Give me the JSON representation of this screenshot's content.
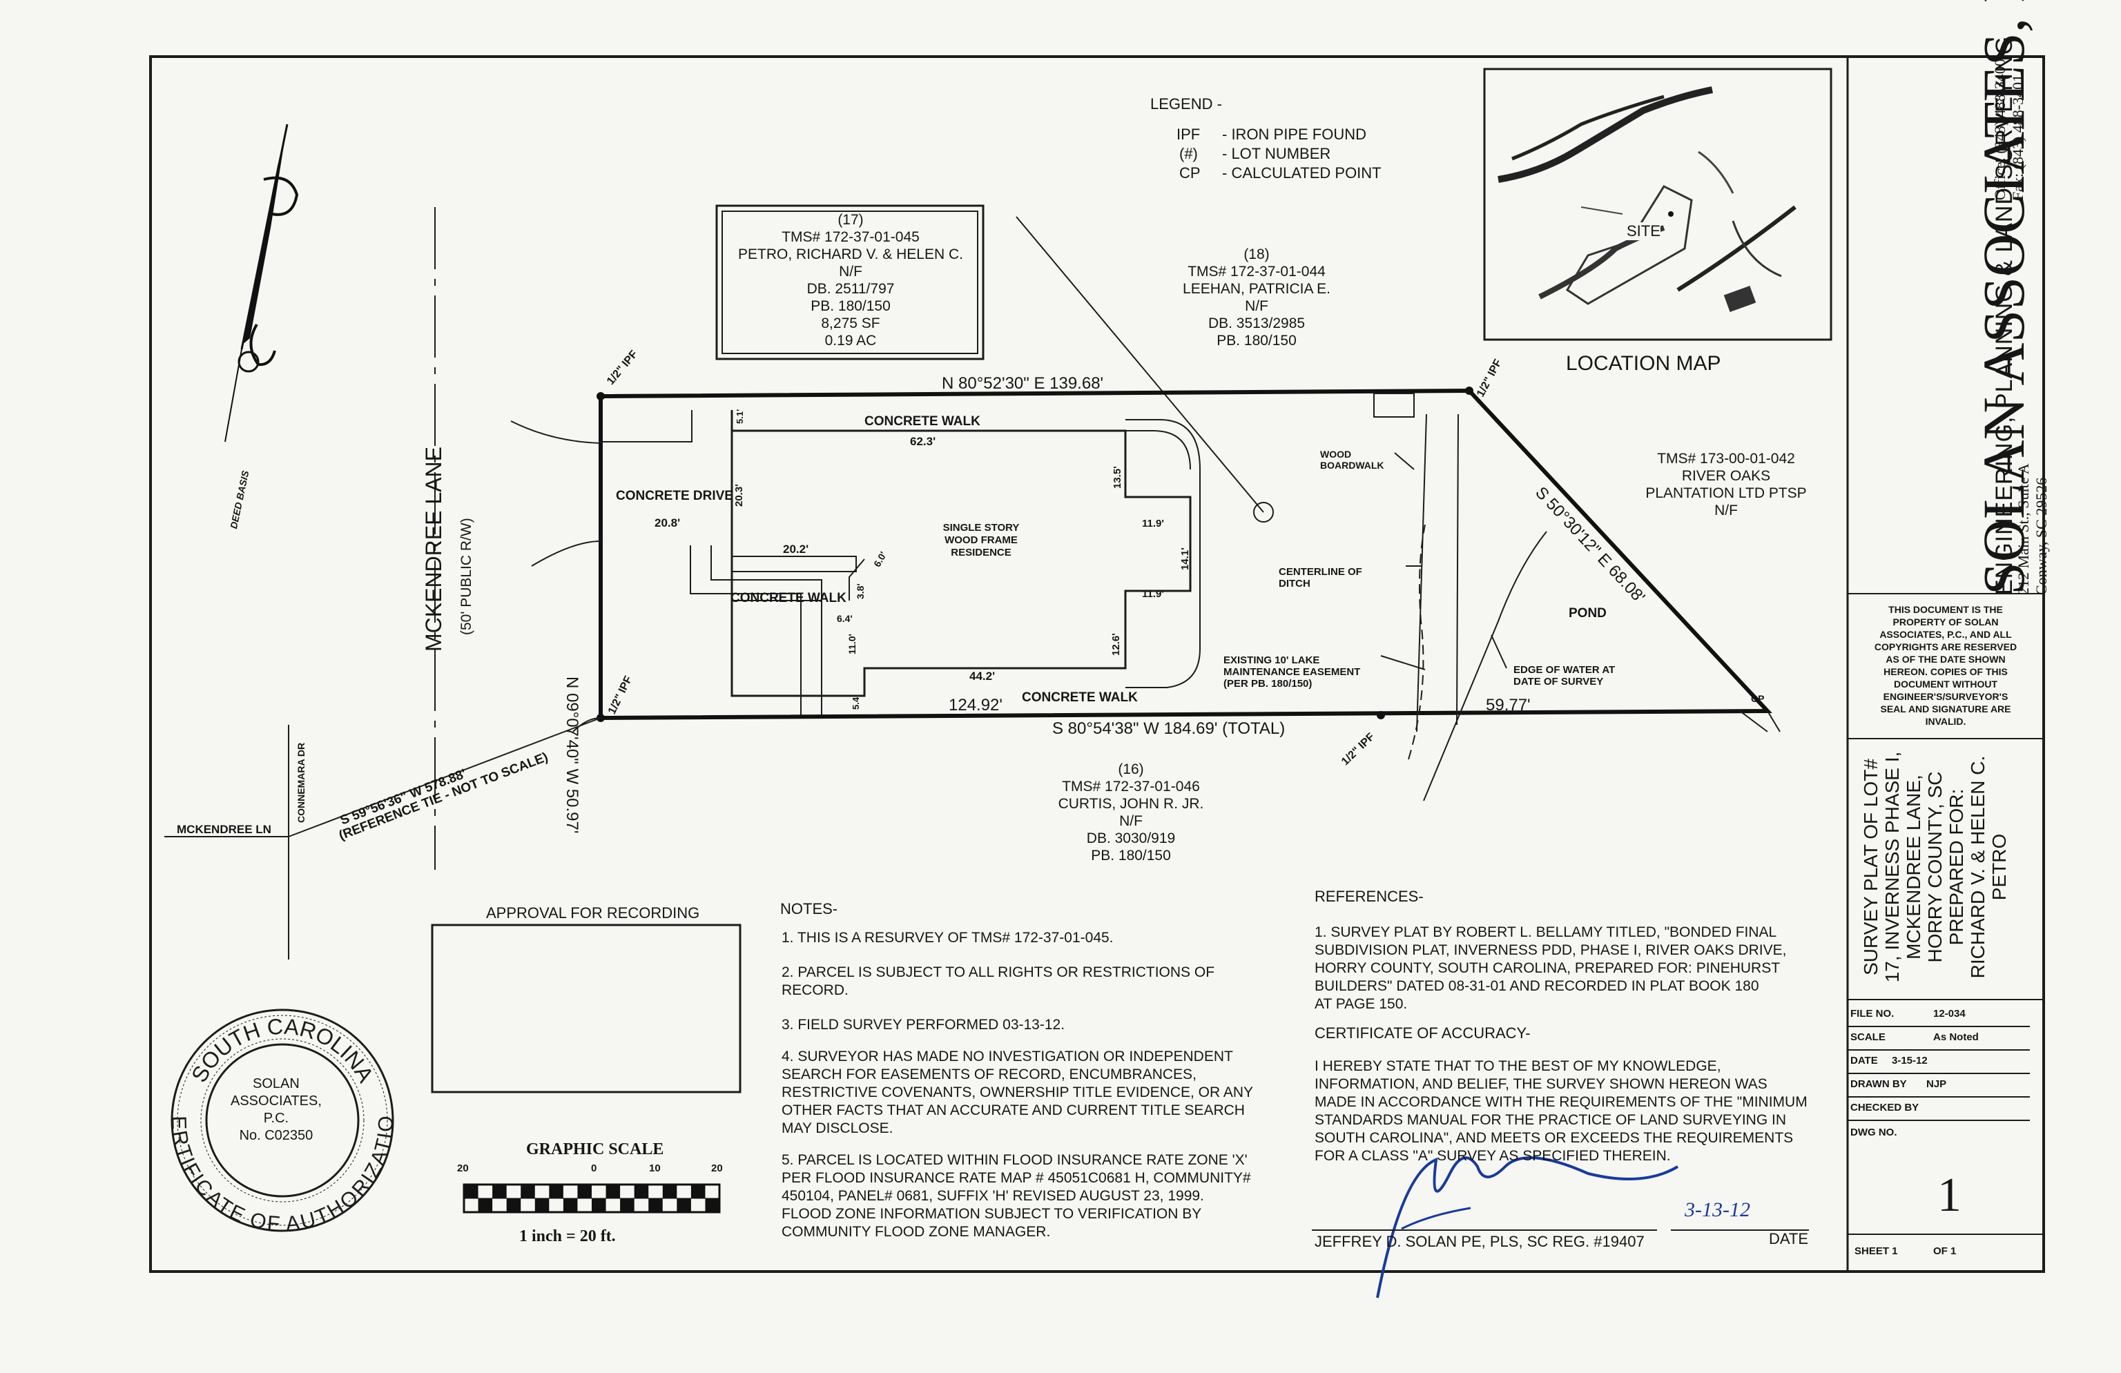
{
  "firm": {
    "name": "SOLAN ASSOCIATES, P.C.",
    "services": "ENGINEERING, PLANNING & LAND SURVEYING",
    "address1": "212 Main St., Suite A",
    "address2": "Conway, SC 29526",
    "office": "Office: (843) 488-3400",
    "fax": "Fax: (843) 488-3401"
  },
  "copyright_notice": "THIS DOCUMENT IS THE\nPROPERTY OF SOLAN\nASSOCIATES, P.C., AND ALL\nCOPYRIGHTS ARE RESERVED\nAS OF THE DATE SHOWN\nHEREON. COPIES OF THIS\nDOCUMENT WITHOUT\nENGINEER'S/SURVEYOR'S\nSEAL AND SIGNATURE ARE\nINVALID.",
  "plat_title": "SURVEY PLAT OF LOT#\n17, INVERNESS PHASE I,\nMCKENDREE LANE,\nHORRY COUNTY, SC\nPREPARED FOR:\nRICHARD V. & HELEN C.\nPETRO",
  "title_block": {
    "file_no_label": "FILE NO.",
    "file_no": "12-034",
    "scale_label": "SCALE",
    "scale": "As Noted",
    "date_label": "DATE",
    "date": "3-15-12",
    "drawn_label": "DRAWN BY",
    "drawn": "NJP",
    "checked_label": "CHECKED BY",
    "checked": "",
    "dwg_label": "DWG NO.",
    "dwg_no": "1",
    "sheet_label": "SHEET 1",
    "of_label": "OF 1"
  },
  "legend": {
    "title": "LEGEND -",
    "items": [
      {
        "symbol": "IPF",
        "desc": "- IRON PIPE FOUND"
      },
      {
        "symbol": "(#)",
        "desc": "- LOT NUMBER"
      },
      {
        "symbol": "CP",
        "desc": "- CALCULATED POINT"
      }
    ]
  },
  "location_map": {
    "title": "LOCATION MAP",
    "site_label": "SITE"
  },
  "parcels": {
    "lot17": "(17)\nTMS# 172-37-01-045\nPETRO, RICHARD V. & HELEN C.\nN/F\nDB. 2511/797\nPB. 180/150\n8,275 SF\n0.19 AC",
    "lot18": "(18)\nTMS# 172-37-01-044\nLEEHAN, PATRICIA E.\nN/F\nDB. 3513/2985\nPB. 180/150",
    "river_oaks": "TMS# 173-00-01-042\nRIVER OAKS\nPLANTATION LTD PTSP\nN/F",
    "lot16": "(16)\nTMS# 172-37-01-046\nCURTIS, JOHN R. JR.\nN/F\nDB. 3030/919\nPB. 180/150"
  },
  "bearings": {
    "north_line": "N 80°52'30\" E  139.68'",
    "south_line": "S 80°54'38\" W  184.69' (TOTAL)",
    "south_partial": "124.92'",
    "east_line": "S 50°30'12\" E  68.08'",
    "west_line": "N 09°07'40\" W  50.97'",
    "water_edge": "59.77'",
    "tie_line": "S 59°56'36\" W  578.88'",
    "tie_note": "(REFERENCE TIE - NOT TO SCALE)"
  },
  "labels": {
    "concrete_walk": "CONCRETE WALK",
    "concrete_drive": "CONCRETE DRIVE",
    "residence": "SINGLE STORY\nWOOD FRAME\nRESIDENCE",
    "boardwalk": "WOOD\nBOARDWALK",
    "ditch": "CENTERLINE OF\nDITCH",
    "pond": "POND",
    "easement": "EXISTING 10' LAKE\nMAINTENANCE EASEMENT\n(PER PB. 180/150)",
    "edge_water": "EDGE OF WATER AT\nDATE OF SURVEY",
    "ipf": "1/2\" IPF",
    "cp": "CP",
    "street": "MCKENDREE LANE",
    "street_rw": "(50' PUBLIC R/W)",
    "mckendree_ln": "MCKENDREE LN",
    "connemara_dr": "CONNEMARA DR",
    "deed_basis": "DEED BASIS",
    "dims": {
      "d623": "62.3'",
      "d208": "20.8'",
      "d203": "20.3'",
      "d202": "20.2'",
      "d135": "13.5'",
      "d119a": "11.9'",
      "d119b": "11.9'",
      "d141": "14.1'",
      "d126": "12.6'",
      "d442": "44.2'",
      "d60": "6.0'",
      "d38": "3.8'",
      "d64": "6.4'",
      "d110": "11.0'",
      "d54": "5.4'",
      "d51": "5.1'"
    }
  },
  "approval": {
    "title": "APPROVAL FOR RECORDING"
  },
  "graphic_scale": {
    "title": "GRAPHIC SCALE",
    "ticks": [
      "20",
      "0",
      "10",
      "20"
    ],
    "caption": "1 inch = 20 ft."
  },
  "seal": {
    "top": "SOUTH CAROLINA",
    "bottom": "CERTIFICATE OF AUTHORIZATION",
    "center": "SOLAN\nASSOCIATES,\nP.C.\nNo. C02350"
  },
  "notes": {
    "title": "NOTES-",
    "items": [
      "1. THIS IS A RESURVEY OF TMS# 172-37-01-045.",
      "2. PARCEL IS SUBJECT TO ALL RIGHTS OR RESTRICTIONS OF\nRECORD.",
      "3. FIELD SURVEY PERFORMED 03-13-12.",
      "4. SURVEYOR HAS MADE NO INVESTIGATION OR INDEPENDENT\nSEARCH FOR EASEMENTS OF RECORD, ENCUMBRANCES,\nRESTRICTIVE COVENANTS, OWNERSHIP TITLE EVIDENCE, OR ANY\nOTHER FACTS THAT AN ACCURATE AND CURRENT TITLE SEARCH\nMAY DISCLOSE.",
      "5. PARCEL IS LOCATED WITHIN FLOOD INSURANCE RATE ZONE 'X'\nPER FLOOD INSURANCE RATE MAP # 45051C0681 H, COMMUNITY#\n450104, PANEL# 0681, SUFFIX 'H' REVISED AUGUST 23, 1999.\nFLOOD ZONE INFORMATION SUBJECT TO VERIFICATION BY\nCOMMUNITY FLOOD ZONE MANAGER."
    ]
  },
  "references": {
    "title": "REFERENCES-",
    "text": "1. SURVEY PLAT BY ROBERT L. BELLAMY TITLED, \"BONDED FINAL\nSUBDIVISION PLAT, INVERNESS PDD, PHASE I, RIVER OAKS DRIVE,\nHORRY COUNTY, SOUTH CAROLINA, PREPARED FOR: PINEHURST\nBUILDERS\" DATED 08-31-01 AND RECORDED IN PLAT BOOK 180\nAT PAGE 150."
  },
  "certificate": {
    "title": "CERTIFICATE OF ACCURACY-",
    "text": "I HEREBY STATE THAT TO THE BEST OF MY KNOWLEDGE,\nINFORMATION, AND BELIEF, THE SURVEY SHOWN HEREON WAS\nMADE IN ACCORDANCE WITH THE REQUIREMENTS OF THE \"MINIMUM\nSTANDARDS MANUAL FOR THE PRACTICE OF LAND SURVEYING IN\nSOUTH CAROLINA\", AND MEETS OR EXCEEDS THE REQUIREMENTS\nFOR A CLASS \"A\" SURVEY AS SPECIFIED THEREIN.",
    "signer": "JEFFREY D. SOLAN PE, PLS, SC REG. #19407",
    "date_label": "DATE",
    "signed_date": "3-13-12"
  }
}
